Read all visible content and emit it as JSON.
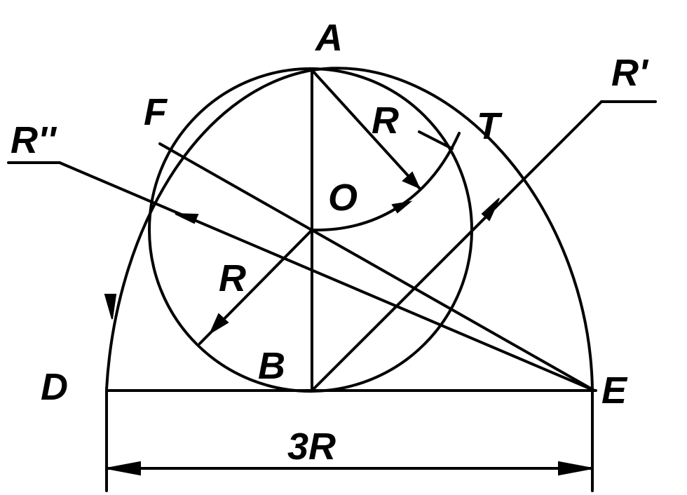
{
  "labels": {
    "A": "A",
    "B": "B",
    "O": "O",
    "D": "D",
    "E": "E",
    "F": "F",
    "T": "T",
    "R_top": "R",
    "R_left": "R",
    "R_prime": "R'",
    "R_double_prime": "R''",
    "dimension": "3R"
  }
}
